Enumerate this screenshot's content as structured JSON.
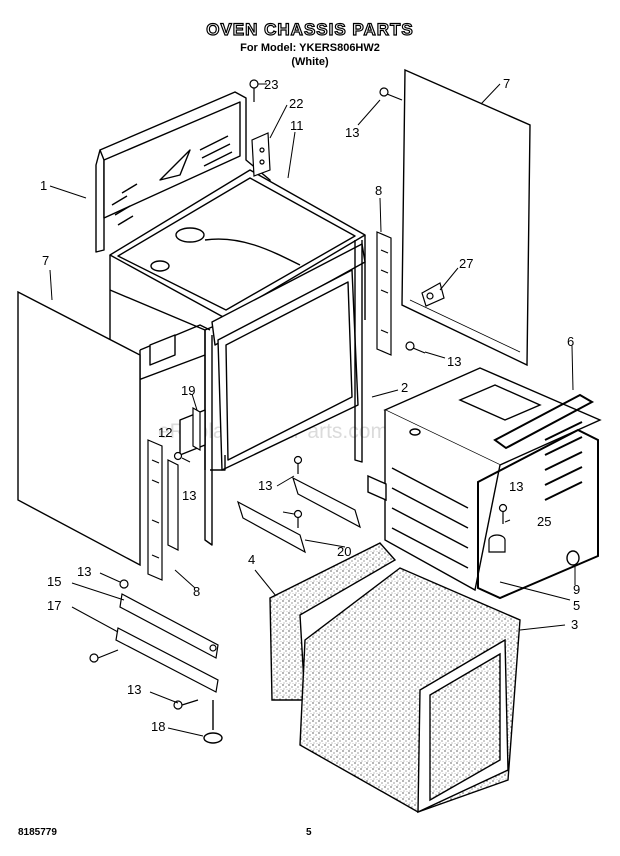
{
  "header": {
    "title": "OVEN CHASSIS PARTS",
    "model_line": "For Model: YKERS806HW2",
    "color_line": "(White)"
  },
  "watermark": "eReplacementParts.com",
  "callouts": [
    {
      "id": "c23",
      "text": "23"
    },
    {
      "id": "c22",
      "text": "22"
    },
    {
      "id": "c11",
      "text": "11"
    },
    {
      "id": "c7a",
      "text": "7"
    },
    {
      "id": "c13a",
      "text": "13"
    },
    {
      "id": "c1",
      "text": "1"
    },
    {
      "id": "c8a",
      "text": "8"
    },
    {
      "id": "c27",
      "text": "27"
    },
    {
      "id": "c7b",
      "text": "7"
    },
    {
      "id": "c13b",
      "text": "13"
    },
    {
      "id": "c6",
      "text": "6"
    },
    {
      "id": "c2",
      "text": "2"
    },
    {
      "id": "c19",
      "text": "19"
    },
    {
      "id": "c12",
      "text": "12"
    },
    {
      "id": "c13c",
      "text": "13"
    },
    {
      "id": "c13d",
      "text": "13"
    },
    {
      "id": "c13e",
      "text": "13"
    },
    {
      "id": "c25",
      "text": "25"
    },
    {
      "id": "c20",
      "text": "20"
    },
    {
      "id": "c4",
      "text": "4"
    },
    {
      "id": "c13f",
      "text": "13"
    },
    {
      "id": "c8b",
      "text": "8"
    },
    {
      "id": "c9",
      "text": "9"
    },
    {
      "id": "c15",
      "text": "15"
    },
    {
      "id": "c5",
      "text": "5"
    },
    {
      "id": "c17",
      "text": "17"
    },
    {
      "id": "c3",
      "text": "3"
    },
    {
      "id": "c13g",
      "text": "13"
    },
    {
      "id": "c18",
      "text": "18"
    }
  ],
  "footer": {
    "part_number": "8185779",
    "page": "5"
  }
}
